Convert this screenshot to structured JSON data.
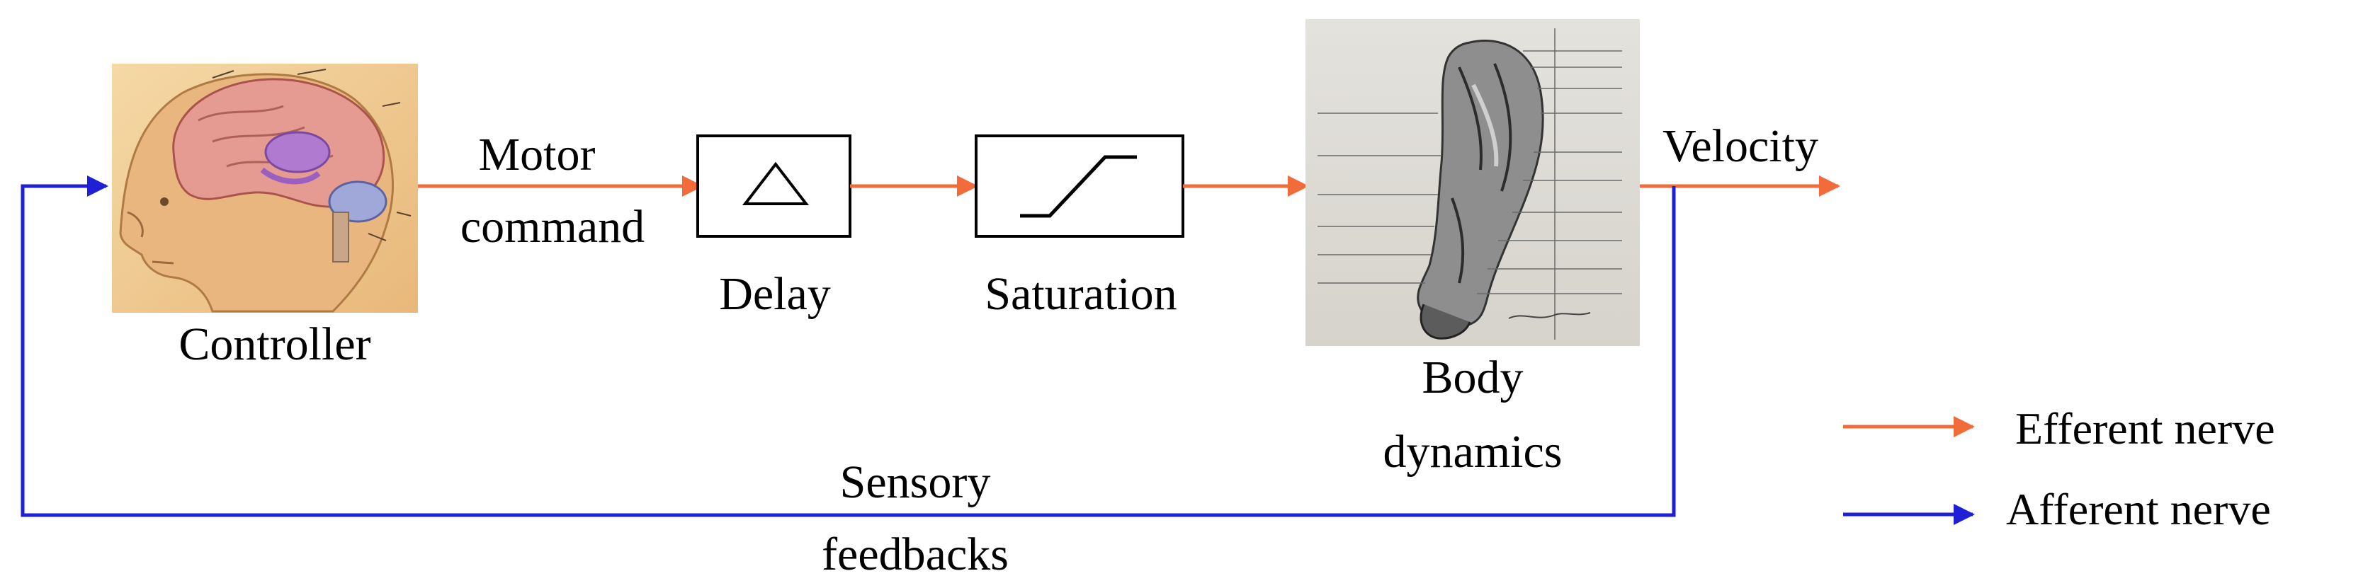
{
  "blocks": {
    "controller": {
      "label": "Controller"
    },
    "motor_command": {
      "line1": "Motor",
      "line2": "command"
    },
    "delay": {
      "label": "Delay"
    },
    "saturation": {
      "label": "Saturation"
    },
    "body": {
      "line1": "Body",
      "line2": "dynamics"
    },
    "velocity": {
      "label": "Velocity"
    },
    "sensory": {
      "line1": "Sensory",
      "line2": "feedbacks"
    }
  },
  "legend": {
    "efferent": {
      "label": "Efferent nerve",
      "color": "#f26b3a"
    },
    "afferent": {
      "label": "Afferent nerve",
      "color": "#1f1fd6"
    }
  },
  "icons": {
    "controller_image": "brain-head-illustration",
    "body_image": "arm-anatomy-sketch",
    "delay_symbol": "triangle-icon",
    "saturation_symbol": "saturation-curve-icon"
  }
}
